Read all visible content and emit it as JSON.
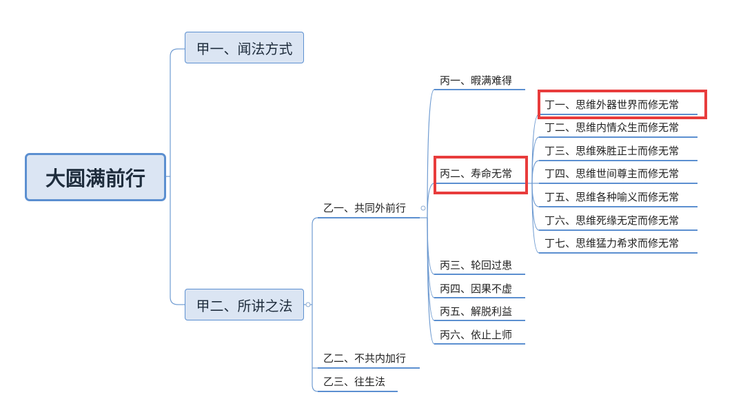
{
  "mindmap": {
    "root": "大圆满前行",
    "jia1": "甲一、闻法方式",
    "jia2": "甲二、所讲之法",
    "yi1": "乙一、共同外前行",
    "yi2": "乙二、不共内加行",
    "yi3": "乙三、往生法",
    "bing1": "丙一、暇满难得",
    "bing2": "丙二、寿命无常",
    "bing3": "丙三、轮回过患",
    "bing4": "丙四、因果不虚",
    "bing5": "丙五、解脱利益",
    "bing6": "丙六、依止上师",
    "ding1": "丁一、思维外器世界而修无常",
    "ding2": "丁二、思维内情众生而修无常",
    "ding3": "丁三、思维殊胜正士而修无常",
    "ding4": "丁四、思维世间尊主而修无常",
    "ding5": "丁五、思维各种喻义而修无常",
    "ding6": "丁六、思维死缘无定而修无常",
    "ding7": "丁七、思维猛力希求而修无常"
  },
  "colors": {
    "connector": "#6f9bd1",
    "node_fill": "#dbe5f3",
    "node_border": "#5b8fd0",
    "highlight": "#e83c3c"
  }
}
